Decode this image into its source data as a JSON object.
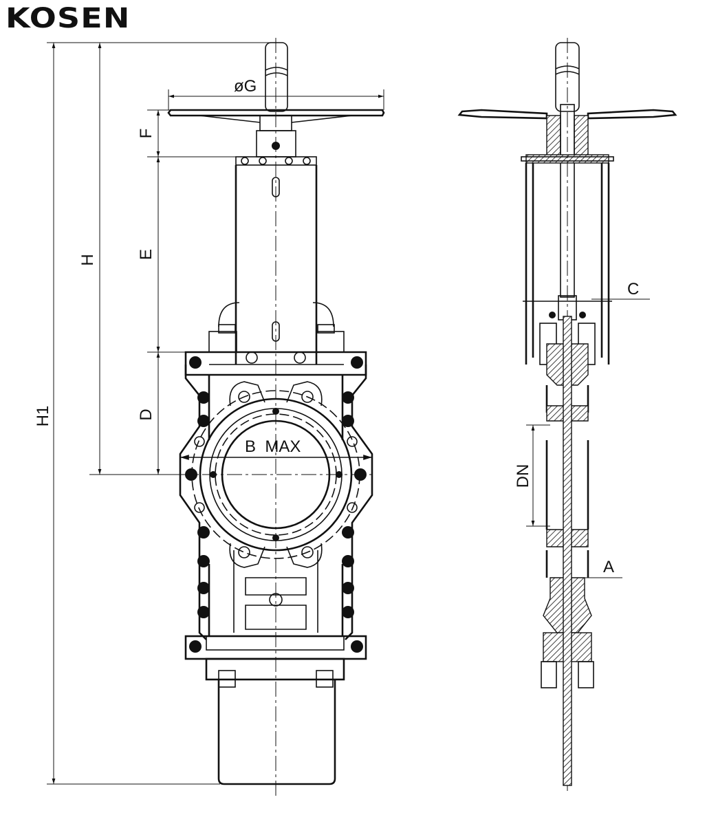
{
  "logo": {
    "text": "KOSEN"
  },
  "labels": {
    "G": "øG",
    "F": "F",
    "E": "E",
    "H": "H",
    "H1": "H1",
    "D": "D",
    "B": "B  MAX",
    "C": "C",
    "DN": "DN",
    "A": "A"
  }
}
